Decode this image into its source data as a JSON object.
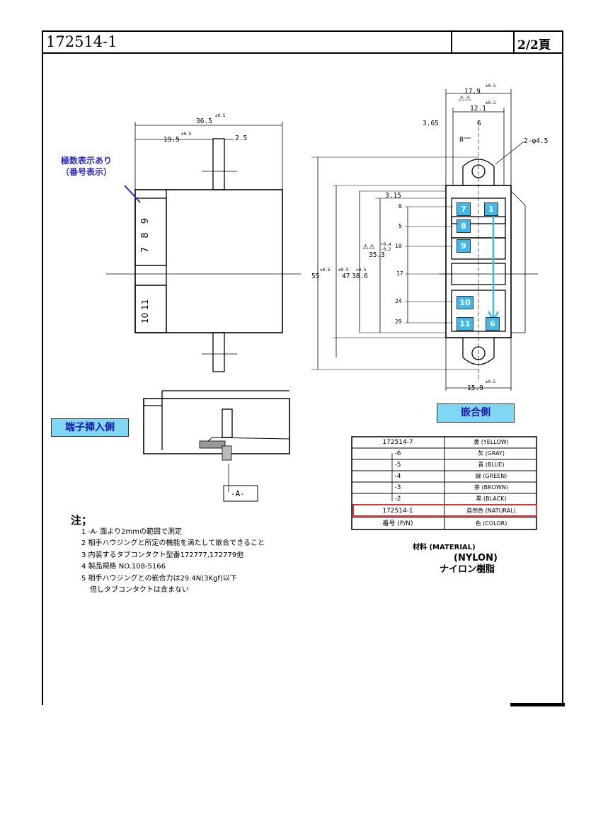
{
  "header": {
    "doc_number": "172514-1",
    "page": "2/2頁"
  },
  "side_view": {
    "dim_top": "36.5",
    "dim_top_tol": "±0.5",
    "dim_left": "19.5",
    "dim_left_tol": "±0.5",
    "dim_right": "2.5",
    "numbers_top": "7  8  9",
    "numbers_bottom": "10 11",
    "pole_note_line1": "極数表示あり",
    "pole_note_line2": "（番号表示）"
  },
  "front_view": {
    "dim_179": "17.9",
    "dim_179_tol": "±0.5",
    "dim_121": "12.1",
    "dim_121_tol": "±0.2",
    "dim_365": "3.65",
    "dim_8": "8",
    "dim_6": "6",
    "dim_hole": "2-φ4.5",
    "dim_315": "3.15",
    "tick_0": "0",
    "tick_5": "5",
    "tick_10": "10",
    "tick_17": "17",
    "tick_24": "24",
    "tick_29": "29",
    "dim_55": "55",
    "dim_55_tol": "±0.5",
    "dim_47": "47",
    "dim_47_tol": "±0.5",
    "dim_386": "38.6",
    "dim_386_tol": "±0.5",
    "dim_353": "35.3",
    "dim_353_tol_plus": "+0.4",
    "dim_353_tol_minus": "-0.2",
    "dim_159": "15.9",
    "dim_159_tol": "±0.5",
    "terminals": [
      "7",
      "1",
      "8",
      "9",
      "10",
      "11",
      "6"
    ]
  },
  "labels": {
    "terminal_insertion_side": "端子挿入側",
    "mating_side": "嵌合側",
    "datum_a": "-A-"
  },
  "color_table": {
    "rows": [
      {
        "pn": "172514-7",
        "color": "黄 (YELLOW)"
      },
      {
        "pn": "-6",
        "color": "灰 (GRAY)"
      },
      {
        "pn": "-5",
        "color": "青 (BLUE)"
      },
      {
        "pn": "-4",
        "color": "緑 (GREEN)"
      },
      {
        "pn": "-3",
        "color": "茶 (BROWN)"
      },
      {
        "pn": "-2",
        "color": "黒 (BLACK)"
      },
      {
        "pn": "172514-1",
        "color": "自然色 (NATURAL)"
      },
      {
        "pn": "番号 (P/N)",
        "color": "色 (COLOR)"
      }
    ],
    "highlight_color": "#d9343c"
  },
  "notes": {
    "heading": "注；",
    "items": [
      "1 -A- 面より2mmの範囲で測定",
      "2 相手ハウジングと所定の機能を満たして嵌合できること",
      "3 内装するタブコンタクト型番172777,172779他",
      "4 製品規格 NO.108-5166",
      "5 相手ハウジングとの嵌合力は29.4N(3Kgf)以下",
      "但しタブコンタクトは含まない"
    ]
  },
  "material": {
    "label": "材料 (MATERIAL)",
    "name_en": "(NYLON)",
    "name_ja": "ナイロン樹脂"
  },
  "colors": {
    "accent_blue": "#7fd7f3",
    "terminal_blue": "#40b8e8",
    "note_blue_text": "#1a1aa6"
  }
}
